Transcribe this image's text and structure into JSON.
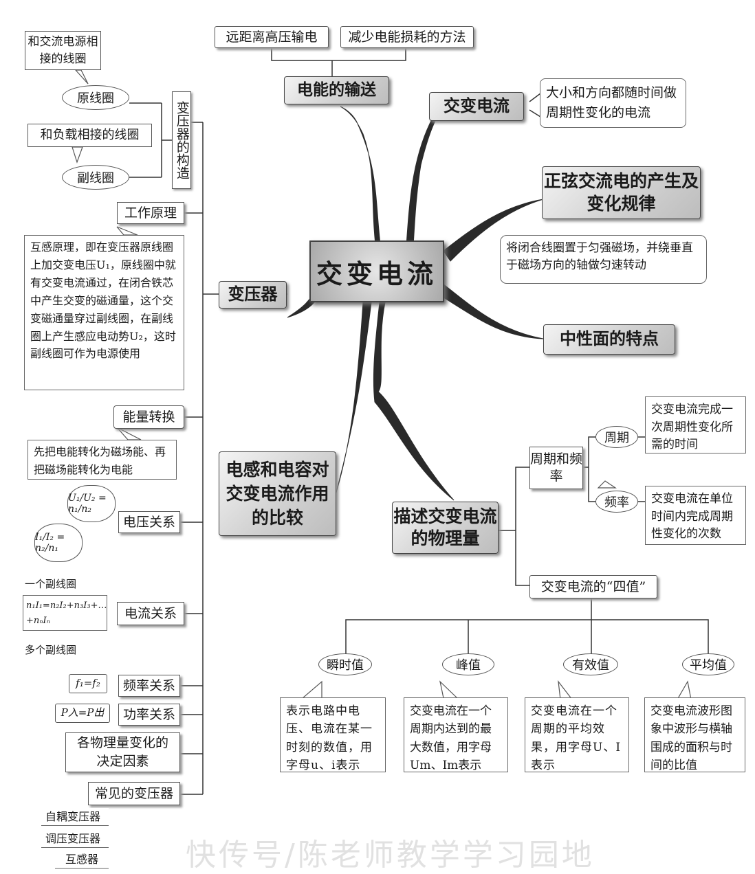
{
  "center": "交变电流",
  "top": {
    "transmission": "电能的输送",
    "long_distance": "远距离高压输电",
    "reduce_loss": "减少电能损耗的方法"
  },
  "ac": {
    "title": "交变电流",
    "definition": "大小和方向都随时间做周期性变化的电流"
  },
  "sine": {
    "title": "正弦交流电的产生及变化规律",
    "note": "将闭合线圈置于匀强磁场，并绕垂直于磁场方向的轴做匀速转动"
  },
  "neutral": {
    "title": "中性面的特点"
  },
  "physical": {
    "title": "描述交变电流的物理量",
    "period_freq": "周期和频率",
    "period": "周期",
    "period_note": "交变电流完成一次周期性变化所需的时间",
    "freq": "频率",
    "freq_note": "交变电流在单位时间内完成周期性变化的次数",
    "four_values": "交变电流的“四值”",
    "instant": "瞬时值",
    "instant_note": "表示电路中电压、电流在某一时刻的数值，用字母u、i表示",
    "peak": "峰值",
    "peak_note": "交变电流在一个周期内达到的最大数值，用字母Um、Im表示",
    "effective": "有效值",
    "effective_note": "交变电流在一个周期的平均效果，用字母U、I表示",
    "average": "平均值",
    "average_note": "交变电流波形图象中波形与横轴围成的面积与时间的比值"
  },
  "inductance": {
    "title": "电感和电容对交变电流作用的比较"
  },
  "transformer": {
    "title": "变压器",
    "structure": "变压器的构造",
    "primary": "原线圈",
    "primary_note": "和交流电源相接的线圈",
    "secondary": "副线圈",
    "secondary_note": "和负载相接的线圈",
    "principle": "工作原理",
    "principle_note": "互感原理，即在变压器原线圈上加交变电压U₁，原线圈中就有交变电流通过，在闭合铁芯中产生交变的磁通量，这个交变磁通量穿过副线圈，在副线圈上产生感应电动势U₂，这时副线圈可作为电源使用",
    "energy": "能量转换",
    "energy_note": "先把电能转化为磁场能、再把磁场能转化为电能",
    "voltage": "电压关系",
    "voltage_formula": "U₁/U₂ = n₁/n₂",
    "current": "电流关系",
    "current_formula": "I₁/I₂ = n₂/n₁",
    "one_secondary": "一个副线圈",
    "multi_formula": "n₁I₁=n₂I₂+n₃I₃+…+nₙIₙ",
    "multi_secondary": "多个副线圈",
    "frequency": "频率关系",
    "frequency_formula": "f₁=f₂",
    "power": "功率关系",
    "power_formula": "P入=P出",
    "determining": "各物理量变化的决定因素",
    "common": "常见的变压器",
    "auto": "自耦变压器",
    "regulating": "调压变压器",
    "mutual": "互感器"
  },
  "watermark": "快传号/陈老师教学学习园地"
}
